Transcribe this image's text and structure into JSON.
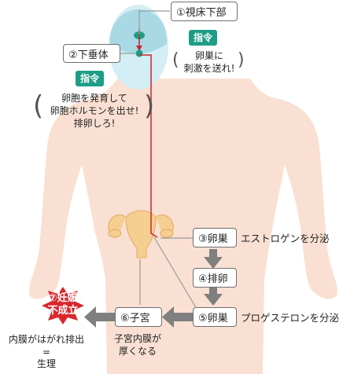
{
  "colors": {
    "body_silhouette": "#fae0d2",
    "head": "#d3eef4",
    "brain": "#a9d9e4",
    "uterus": "#f5cf91",
    "signal_line": "#c6262e",
    "arrow": "#7f7f7f",
    "order_tag": "#1d9d86",
    "burst": "#d9272e"
  },
  "steps": [
    {
      "label": "①視床下部"
    },
    {
      "label": "②下垂体"
    },
    {
      "label": "③卵巣"
    },
    {
      "label": "④排卵"
    },
    {
      "label": "⑤卵巣"
    },
    {
      "label": "⑥子宮"
    }
  ],
  "orders": [
    {
      "tag": "指令",
      "lines": [
        "卵巣に",
        "刺激を送れ!"
      ]
    },
    {
      "tag": "指令",
      "lines": [
        "卵胞を発育して",
        "卵胞ホルモンを出せ!",
        "排卵しろ!"
      ]
    }
  ],
  "hormones": {
    "estrogen": "エストロゲンを分泌",
    "progesterone": "プロゲステロンを分泌"
  },
  "uterus_note": [
    "子宮内膜が",
    "厚くなる"
  ],
  "outcome": {
    "burst_lines": [
      "⑦妊娠",
      "不成立"
    ],
    "result_lines": [
      "内膜がはがれ排出",
      "=",
      "生理"
    ]
  }
}
